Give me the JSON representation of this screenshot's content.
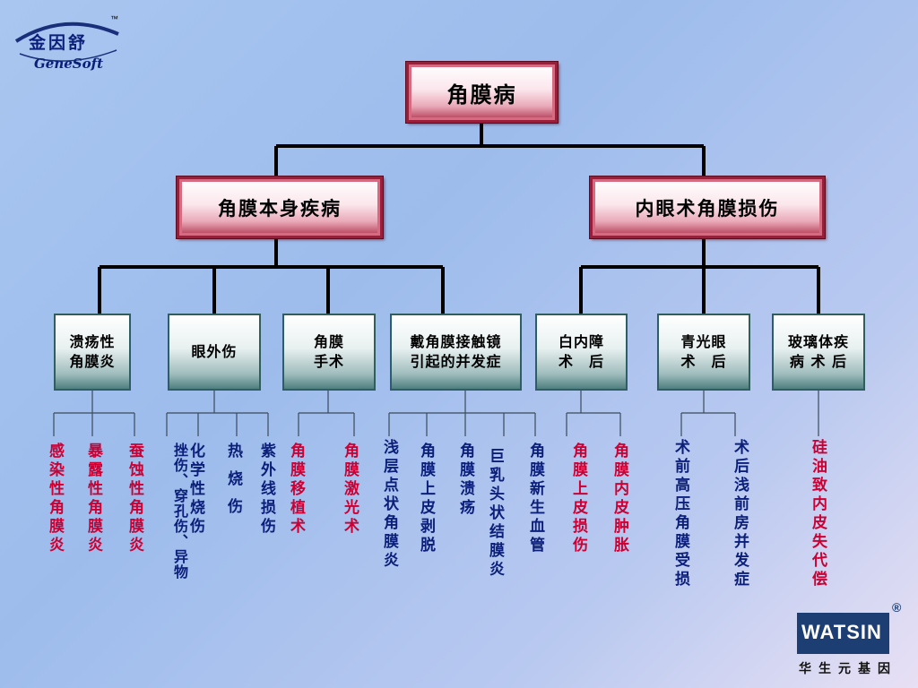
{
  "root": "角膜病",
  "level1": [
    "角膜本身疾病",
    "内眼术角膜损伤"
  ],
  "level2": [
    "溃疡性\n角膜炎",
    "眼外伤",
    "角膜\n手术",
    "戴角膜接触镜\n引起的并发症",
    "白内障\n术　后",
    "青光眼\n术　后",
    "玻璃体疾\n病 术 后"
  ],
  "leaves": [
    "感染性角膜炎",
    "暴露性角膜炎",
    "蚕蚀性角膜炎",
    "挫伤、穿孔伤、异物",
    "化学性烧伤",
    "热烧伤",
    "紫外线损伤",
    "角膜移植术",
    "角膜激光术",
    "浅层点状角膜炎",
    "角膜上皮剥脱",
    "角膜溃疡",
    "巨乳头状结膜炎",
    "角膜新生血管",
    "角膜上皮损伤",
    "角膜内皮肿胀",
    "术前高压角膜受损",
    "术后浅前房并发症",
    "硅油致内皮失代偿"
  ],
  "logos": {
    "genesoft_cn": "金因舒",
    "genesoft_en": "GeneSoft",
    "tm": "™",
    "watsin": "WATSIN",
    "registered": "®",
    "watsin_cn": "华生元基因"
  },
  "colors": {
    "red_box_border": "#9a1d3a",
    "teal_box_border": "#2f5e60",
    "red_text": "#cc0033",
    "blue_text": "#0b1f7a"
  }
}
